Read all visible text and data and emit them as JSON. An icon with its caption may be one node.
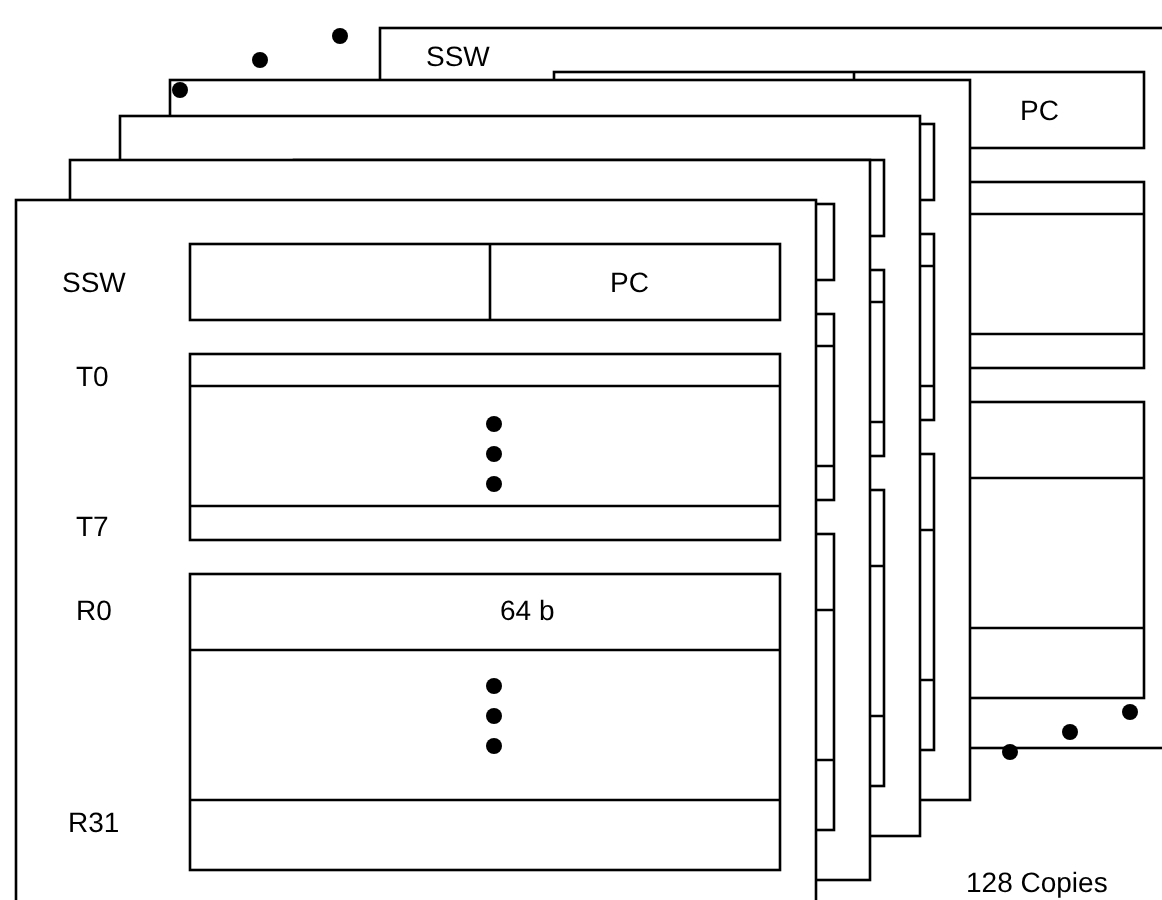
{
  "diagram": {
    "labels": [
      "SSW",
      "PC",
      "SSW",
      "PC",
      "T0",
      "T7",
      "R0",
      "64 b",
      "R31",
      "128 Copies"
    ]
  }
}
